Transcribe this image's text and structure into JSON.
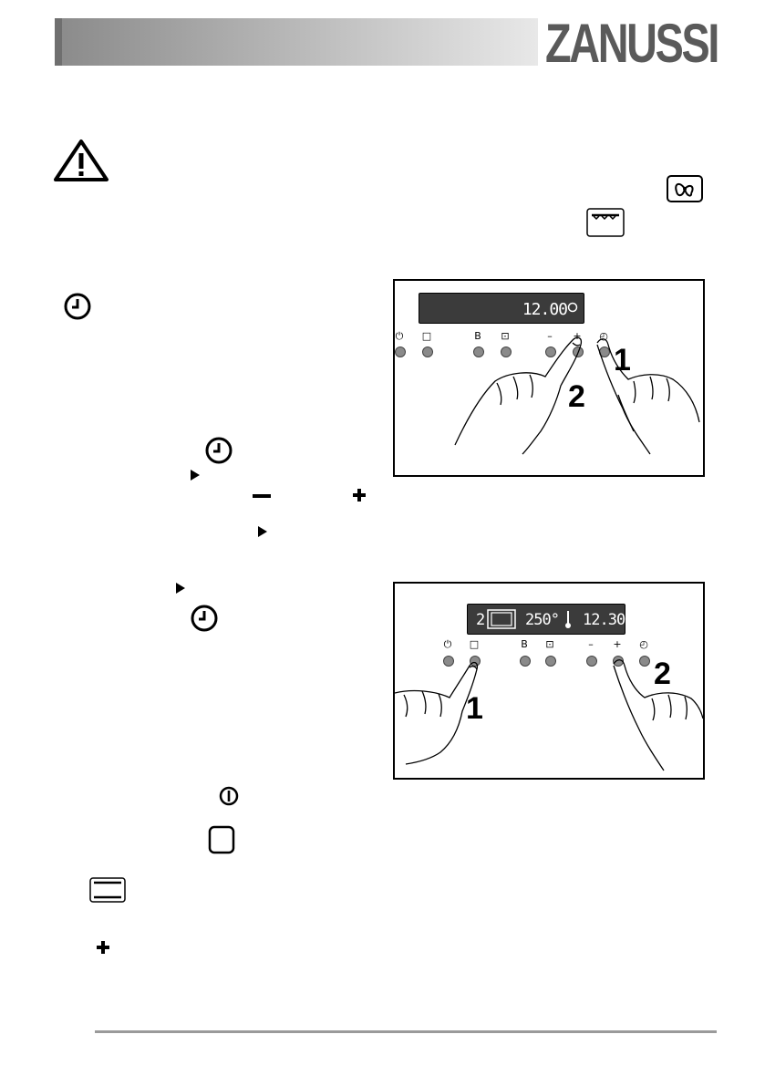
{
  "brand": "ZANUSSI",
  "panel1": {
    "display_time": "12.00",
    "button_labels": {
      "power": "⏻",
      "oven": "□",
      "b": "B",
      "grill": "⊡",
      "minus": "–",
      "plus": "+",
      "clock": "◴"
    },
    "callout_1": "1",
    "callout_2": "2"
  },
  "panel2": {
    "display_shelf": "2",
    "display_temp": "250°",
    "display_time": "12.30",
    "button_labels": {
      "power": "⏻",
      "oven": "□",
      "b": "B",
      "grill": "⊡",
      "minus": "–",
      "plus": "+",
      "clock": "◴"
    },
    "callout_1": "1",
    "callout_2": "2"
  },
  "colors": {
    "accent": "#5a5a5a",
    "display": "#3b3b3b",
    "button": "#8a8a8a"
  }
}
